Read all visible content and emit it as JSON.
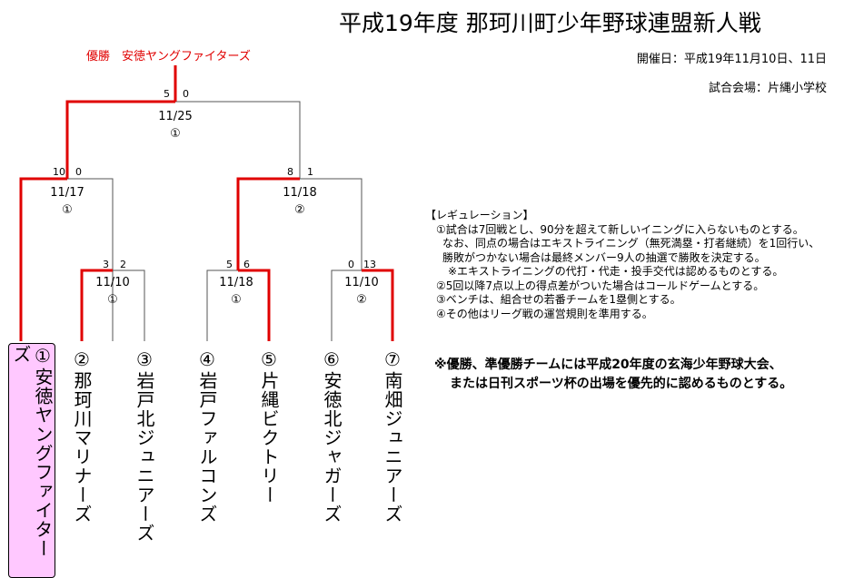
{
  "title": "平成19年度 那珂川町少年野球連盟新人戦",
  "champion_line": "優勝　安徳ヤングファイターズ",
  "dates": "開催日：平成19年11月10日、11日",
  "venue": "試合会場：片縄小学校",
  "colors": {
    "winner_line": "#e00000",
    "loser_line": "#555555",
    "champion_fill": "#ffc8ff"
  },
  "teams": [
    {
      "label": "①安徳ヤングファイターズ",
      "champion": true
    },
    {
      "label": "②那珂川マリナーズ"
    },
    {
      "label": "③岩戸北ジュニアーズ"
    },
    {
      "label": "④岩戸ファルコンズ"
    },
    {
      "label": "⑤片縄ビクトリー"
    },
    {
      "label": "⑥安徳北ジャガーズ"
    },
    {
      "label": "⑦南畑ジュニアーズ"
    }
  ],
  "matches": [
    {
      "id": "m1",
      "score_left": "3",
      "score_right": "2",
      "date": "11/10",
      "diamond": "①"
    },
    {
      "id": "m2",
      "score_left": "5",
      "score_right": "6",
      "date": "11/18",
      "diamond": "①"
    },
    {
      "id": "m3",
      "score_left": "0",
      "score_right": "13",
      "date": "11/10",
      "diamond": "②"
    },
    {
      "id": "m4",
      "score_left": "10",
      "score_right": "0",
      "date": "11/17",
      "diamond": "①"
    },
    {
      "id": "m5",
      "score_left": "8",
      "score_right": "1",
      "date": "11/18",
      "diamond": "②"
    },
    {
      "id": "m6",
      "score_left": "5",
      "score_right": "0",
      "date": "11/25",
      "diamond": "①"
    }
  ],
  "regulation": {
    "heading": "【レギュレーション】",
    "lines": [
      "①試合は7回戦とし、90分を超えて新しいイニングに入らないものとする。",
      "なお、同点の場合はエキストライニング（無死満塁・打者継続）を1回行い、",
      "勝敗がつかない場合は最終メンバー9人の抽選で勝敗を決定する。",
      "※エキストライニングの代打・代走・投手交代は認めるものとする。",
      "②5回以降7点以上の得点差がついた場合はコールドゲームとする。",
      "③ベンチは、組合せの若番チームを1塁側とする。",
      "④その他はリーグ戦の運営規則を準用する。"
    ]
  },
  "note": {
    "line1": "※優勝、準優勝チームには平成20年度の玄海少年野球大会、",
    "line2": "または日刊スポーツ杯の出場を優先的に認めるものとする。"
  }
}
